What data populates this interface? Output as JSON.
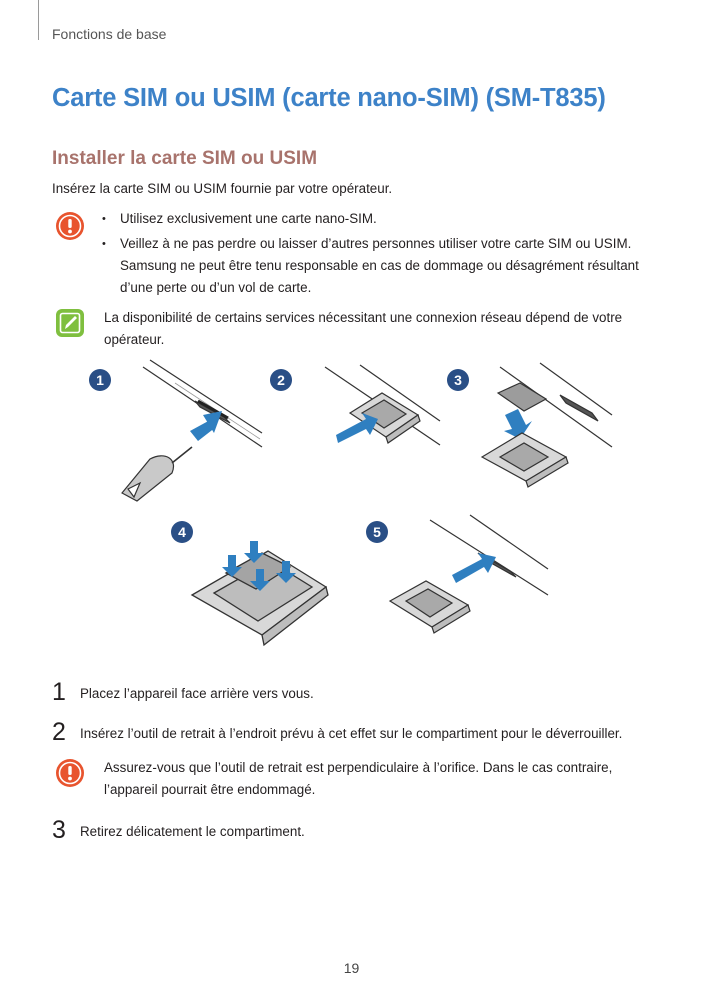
{
  "header": {
    "section": "Fonctions de base"
  },
  "title": "Carte SIM ou USIM (carte nano-SIM) (SM-T835)",
  "subtitle": "Installer la carte SIM ou USIM",
  "intro": "Insérez la carte SIM ou USIM fournie par votre opérateur.",
  "cautions": {
    "bullets": [
      "Utilisez exclusivement une carte nano-SIM.",
      "Veillez à ne pas perdre ou laisser d’autres personnes utiliser votre carte SIM ou USIM. Samsung ne peut être tenu responsable en cas de dommage ou désagrément résultant d’une perte ou d’un vol de carte."
    ]
  },
  "note": "La disponibilité de certains services nécessitant une connexion réseau dépend de votre opérateur.",
  "figure": {
    "badges": [
      "1",
      "2",
      "3",
      "4",
      "5"
    ]
  },
  "steps": [
    {
      "num": "1",
      "text": "Placez l’appareil face arrière vers vous."
    },
    {
      "num": "2",
      "text": "Insérez l’outil de retrait à l’endroit prévu à cet effet sur le compartiment pour le déverrouiller."
    },
    {
      "num": "3",
      "text": "Retirez délicatement le compartiment."
    }
  ],
  "step2_caution": "Assurez-vous que l’outil de retrait est perpendiculaire à l’orifice. Dans le cas contraire, l’appareil pourrait être endommagé.",
  "page_number": "19",
  "colors": {
    "title": "#3d82c8",
    "subtitle": "#a8736c",
    "caution": "#e8542e",
    "note": "#7fbf3f",
    "arrow": "#2f7fc0",
    "badge": "#2a4f86"
  }
}
